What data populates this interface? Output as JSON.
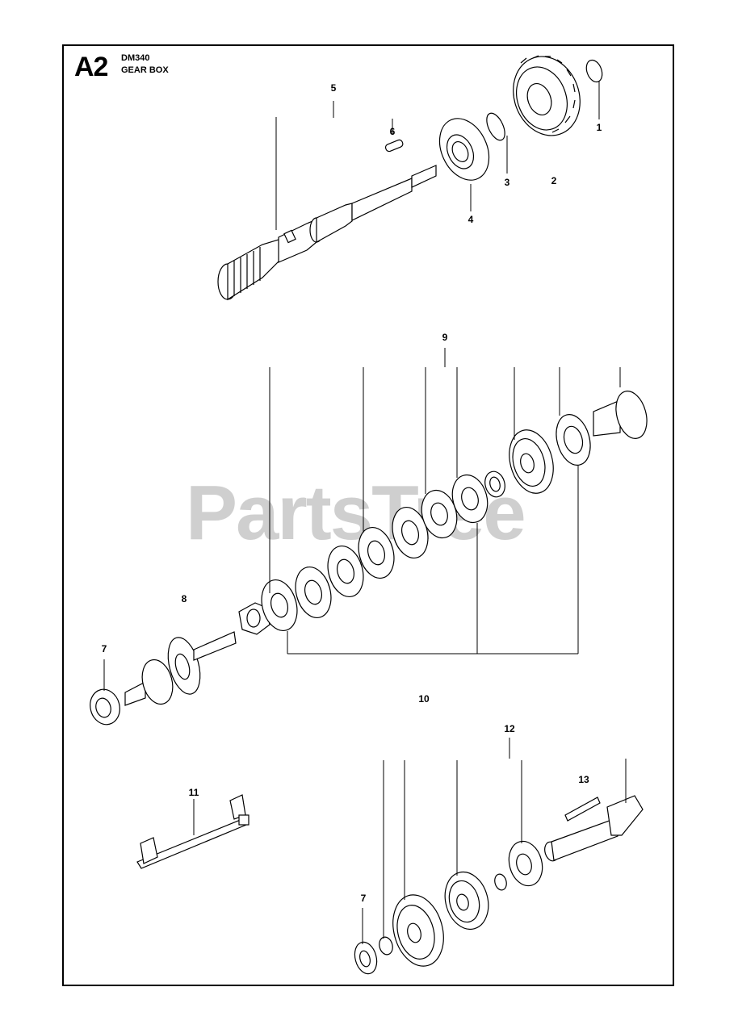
{
  "header": {
    "section": "A2",
    "model": "DM340",
    "title": "GEAR BOX"
  },
  "watermark": "PartsTree",
  "callouts": [
    {
      "id": "c1",
      "label": "1"
    },
    {
      "id": "c2",
      "label": "2"
    },
    {
      "id": "c3",
      "label": "3"
    },
    {
      "id": "c4",
      "label": "4"
    },
    {
      "id": "c5",
      "label": "5"
    },
    {
      "id": "c6",
      "label": "6"
    },
    {
      "id": "c7a",
      "label": "7"
    },
    {
      "id": "c7b",
      "label": "7"
    },
    {
      "id": "c8",
      "label": "8"
    },
    {
      "id": "c9",
      "label": "9"
    },
    {
      "id": "c10",
      "label": "10"
    },
    {
      "id": "c11",
      "label": "11"
    },
    {
      "id": "c12",
      "label": "12"
    },
    {
      "id": "c13",
      "label": "13"
    }
  ]
}
